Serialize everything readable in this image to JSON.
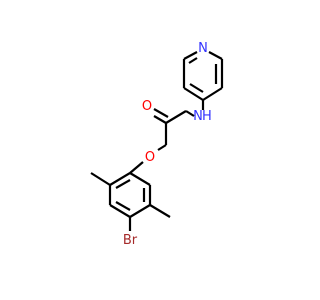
{
  "molecule": {
    "atoms": {
      "pyridine_n": {
        "label": "N",
        "color": "#3333ff"
      },
      "amide_n": {
        "label": "N",
        "color": "#3333ff"
      },
      "amide_h": {
        "label": "H",
        "color": "#3333ff"
      },
      "carbonyl_o": {
        "label": "O",
        "color": "#ff0000"
      },
      "ether_o": {
        "label": "O",
        "color": "#ff0000"
      },
      "bromine": {
        "label": "Br",
        "color": "#a52a2a"
      }
    },
    "bond_color": "#000000"
  }
}
